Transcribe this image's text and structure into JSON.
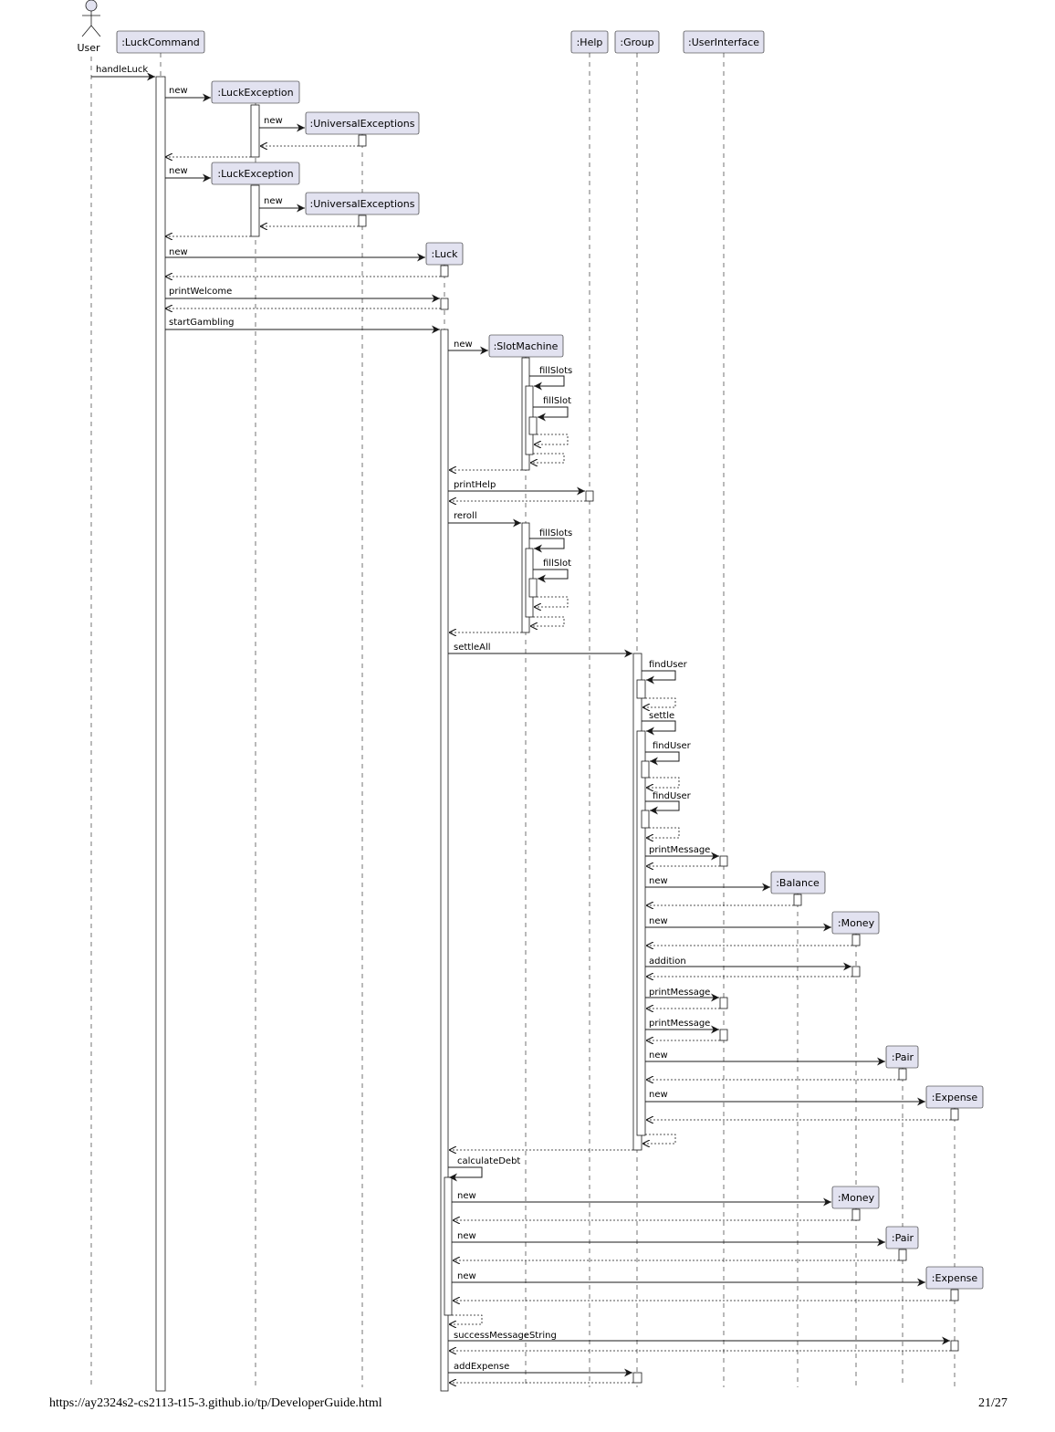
{
  "actor": {
    "name": "User"
  },
  "participants": [
    {
      "id": "cmd",
      "name": ":LuckCommand"
    },
    {
      "id": "ex1",
      "name": ":LuckException"
    },
    {
      "id": "uex1",
      "name": ":UniversalExceptions"
    },
    {
      "id": "ex2",
      "name": ":LuckException"
    },
    {
      "id": "uex2",
      "name": ":UniversalExceptions"
    },
    {
      "id": "luck",
      "name": ":Luck"
    },
    {
      "id": "slot",
      "name": ":SlotMachine"
    },
    {
      "id": "help",
      "name": ":Help"
    },
    {
      "id": "group",
      "name": ":Group"
    },
    {
      "id": "ui",
      "name": ":UserInterface"
    },
    {
      "id": "balance",
      "name": ":Balance"
    },
    {
      "id": "money1",
      "name": ":Money"
    },
    {
      "id": "pair1",
      "name": ":Pair"
    },
    {
      "id": "expense1",
      "name": ":Expense"
    },
    {
      "id": "money2",
      "name": ":Money"
    },
    {
      "id": "pair2",
      "name": ":Pair"
    },
    {
      "id": "expense2",
      "name": ":Expense"
    }
  ],
  "messages": [
    {
      "label": "handleLuck",
      "from": "User",
      "to": ":LuckCommand"
    },
    {
      "label": "new",
      "from": ":LuckCommand",
      "to": ":LuckException"
    },
    {
      "label": "new",
      "from": ":LuckException",
      "to": ":UniversalExceptions"
    },
    {
      "label": "new",
      "from": ":LuckCommand",
      "to": ":LuckException"
    },
    {
      "label": "new",
      "from": ":LuckException",
      "to": ":UniversalExceptions"
    },
    {
      "label": "new",
      "from": ":LuckCommand",
      "to": ":Luck"
    },
    {
      "label": "printWelcome",
      "from": ":LuckCommand",
      "to": ":Luck"
    },
    {
      "label": "startGambling",
      "from": ":LuckCommand",
      "to": ":Luck"
    },
    {
      "label": "new",
      "from": ":Luck",
      "to": ":SlotMachine"
    },
    {
      "label": "fillSlots",
      "from": ":SlotMachine",
      "to": ":SlotMachine"
    },
    {
      "label": "fillSlot",
      "from": ":SlotMachine",
      "to": ":SlotMachine"
    },
    {
      "label": "printHelp",
      "from": ":Luck",
      "to": ":Help"
    },
    {
      "label": "reroll",
      "from": ":Luck",
      "to": ":SlotMachine"
    },
    {
      "label": "fillSlots",
      "from": ":SlotMachine",
      "to": ":SlotMachine"
    },
    {
      "label": "fillSlot",
      "from": ":SlotMachine",
      "to": ":SlotMachine"
    },
    {
      "label": "settleAll",
      "from": ":Luck",
      "to": ":Group"
    },
    {
      "label": "findUser",
      "from": ":Group",
      "to": ":Group"
    },
    {
      "label": "settle",
      "from": ":Group",
      "to": ":Group"
    },
    {
      "label": "findUser",
      "from": ":Group",
      "to": ":Group"
    },
    {
      "label": "findUser",
      "from": ":Group",
      "to": ":Group"
    },
    {
      "label": "printMessage",
      "from": ":Group",
      "to": ":UserInterface"
    },
    {
      "label": "new",
      "from": ":Group",
      "to": ":Balance"
    },
    {
      "label": "new",
      "from": ":Group",
      "to": ":Money"
    },
    {
      "label": "addition",
      "from": ":Group",
      "to": ":Money"
    },
    {
      "label": "printMessage",
      "from": ":Group",
      "to": ":UserInterface"
    },
    {
      "label": "printMessage",
      "from": ":Group",
      "to": ":UserInterface"
    },
    {
      "label": "new",
      "from": ":Group",
      "to": ":Pair"
    },
    {
      "label": "new",
      "from": ":Group",
      "to": ":Expense"
    },
    {
      "label": "calculateDebt",
      "from": ":Luck",
      "to": ":Luck"
    },
    {
      "label": "new",
      "from": ":Luck",
      "to": ":Money"
    },
    {
      "label": "new",
      "from": ":Luck",
      "to": ":Pair"
    },
    {
      "label": "new",
      "from": ":Luck",
      "to": ":Expense"
    },
    {
      "label": "successMessageString",
      "from": ":Luck",
      "to": ":Expense"
    },
    {
      "label": "addExpense",
      "from": ":Luck",
      "to": ":Group"
    }
  ],
  "footer": {
    "url": "https://ay2324s2-cs2113-t15-3.github.io/tp/DeveloperGuide.html",
    "page": "21/27"
  },
  "colors": {
    "participant_fill": "#e2e2f0",
    "participant_border": "#181818",
    "lifeline": "#181818",
    "activation_fill": "#ffffff",
    "text": "#000000"
  }
}
